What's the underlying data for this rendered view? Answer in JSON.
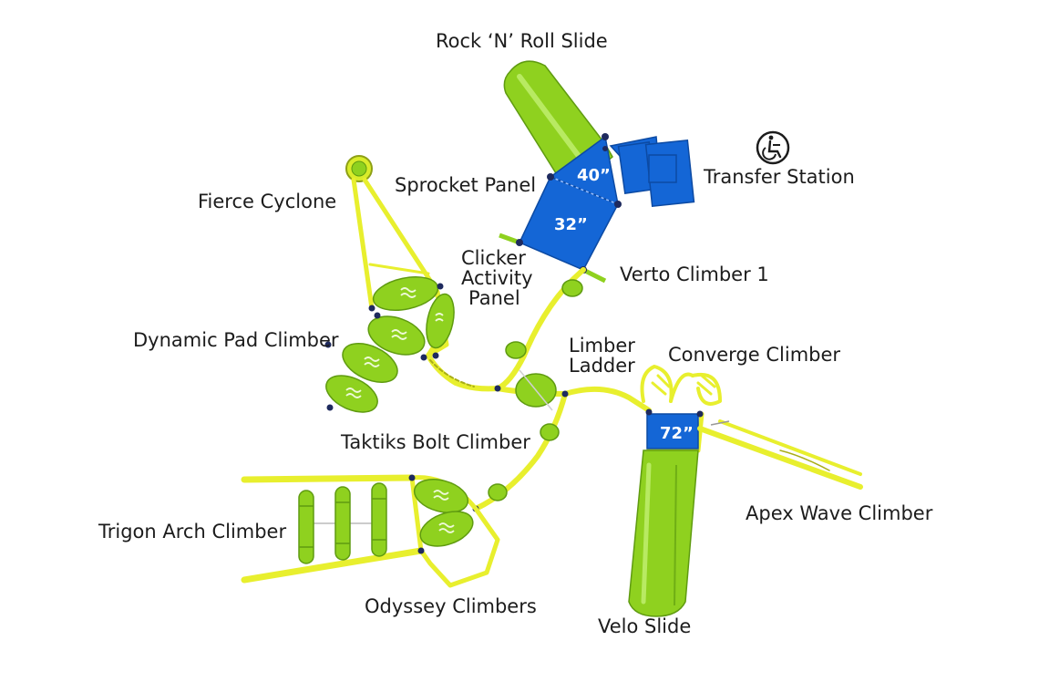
{
  "labels": {
    "rock_n_roll_slide": "Rock ‘N’ Roll Slide",
    "transfer_station": "Transfer Station",
    "sprocket_panel": "Sprocket Panel",
    "fierce_cyclone": "Fierce Cyclone",
    "clicker_line1": "Clicker",
    "clicker_line2": "Activity",
    "clicker_line3": "Panel",
    "verto_climber": "Verto Climber 1",
    "dynamic_pad_climber": "Dynamic Pad Climber",
    "limber_line1": "Limber",
    "limber_line2": "Ladder",
    "converge_climber": "Converge Climber",
    "taktiks_bolt_climber": "Taktiks Bolt Climber",
    "trigon_arch_climber": "Trigon Arch Climber",
    "apex_wave_climber": "Apex Wave Climber",
    "odyssey_climbers": "Odyssey Climbers",
    "velo_slide": "Velo Slide"
  },
  "platforms": {
    "deck_40": "40”",
    "deck_32": "32”",
    "deck_72": "72”"
  },
  "icons": {
    "accessibility": "wheelchair-accessible-icon"
  },
  "colors": {
    "slide_green": "#8fd11f",
    "deck_blue": "#1466d6",
    "rail_yellow": "#e8ef2e",
    "post_navy": "#1e2a5e"
  }
}
